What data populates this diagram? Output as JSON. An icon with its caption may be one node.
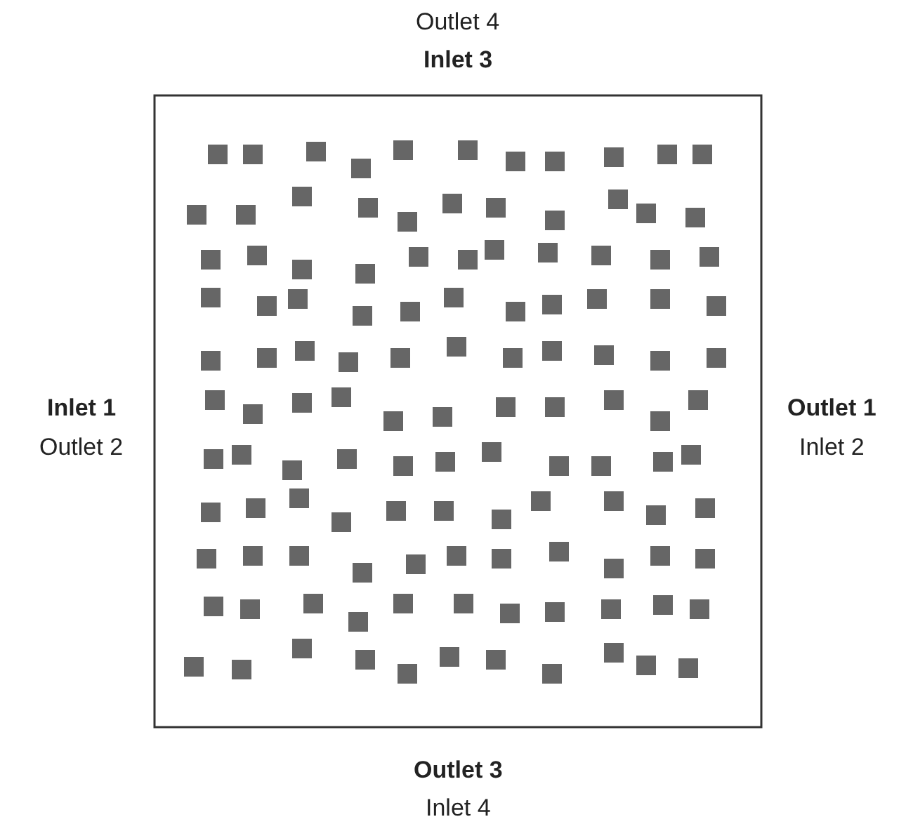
{
  "diagram": {
    "labels": [
      "Outlet 4",
      "Inlet 3",
      "Inlet 1",
      "Outlet 2",
      "Outlet 1",
      "Inlet 2",
      "Outlet 3",
      "Inlet 4"
    ]
  }
}
